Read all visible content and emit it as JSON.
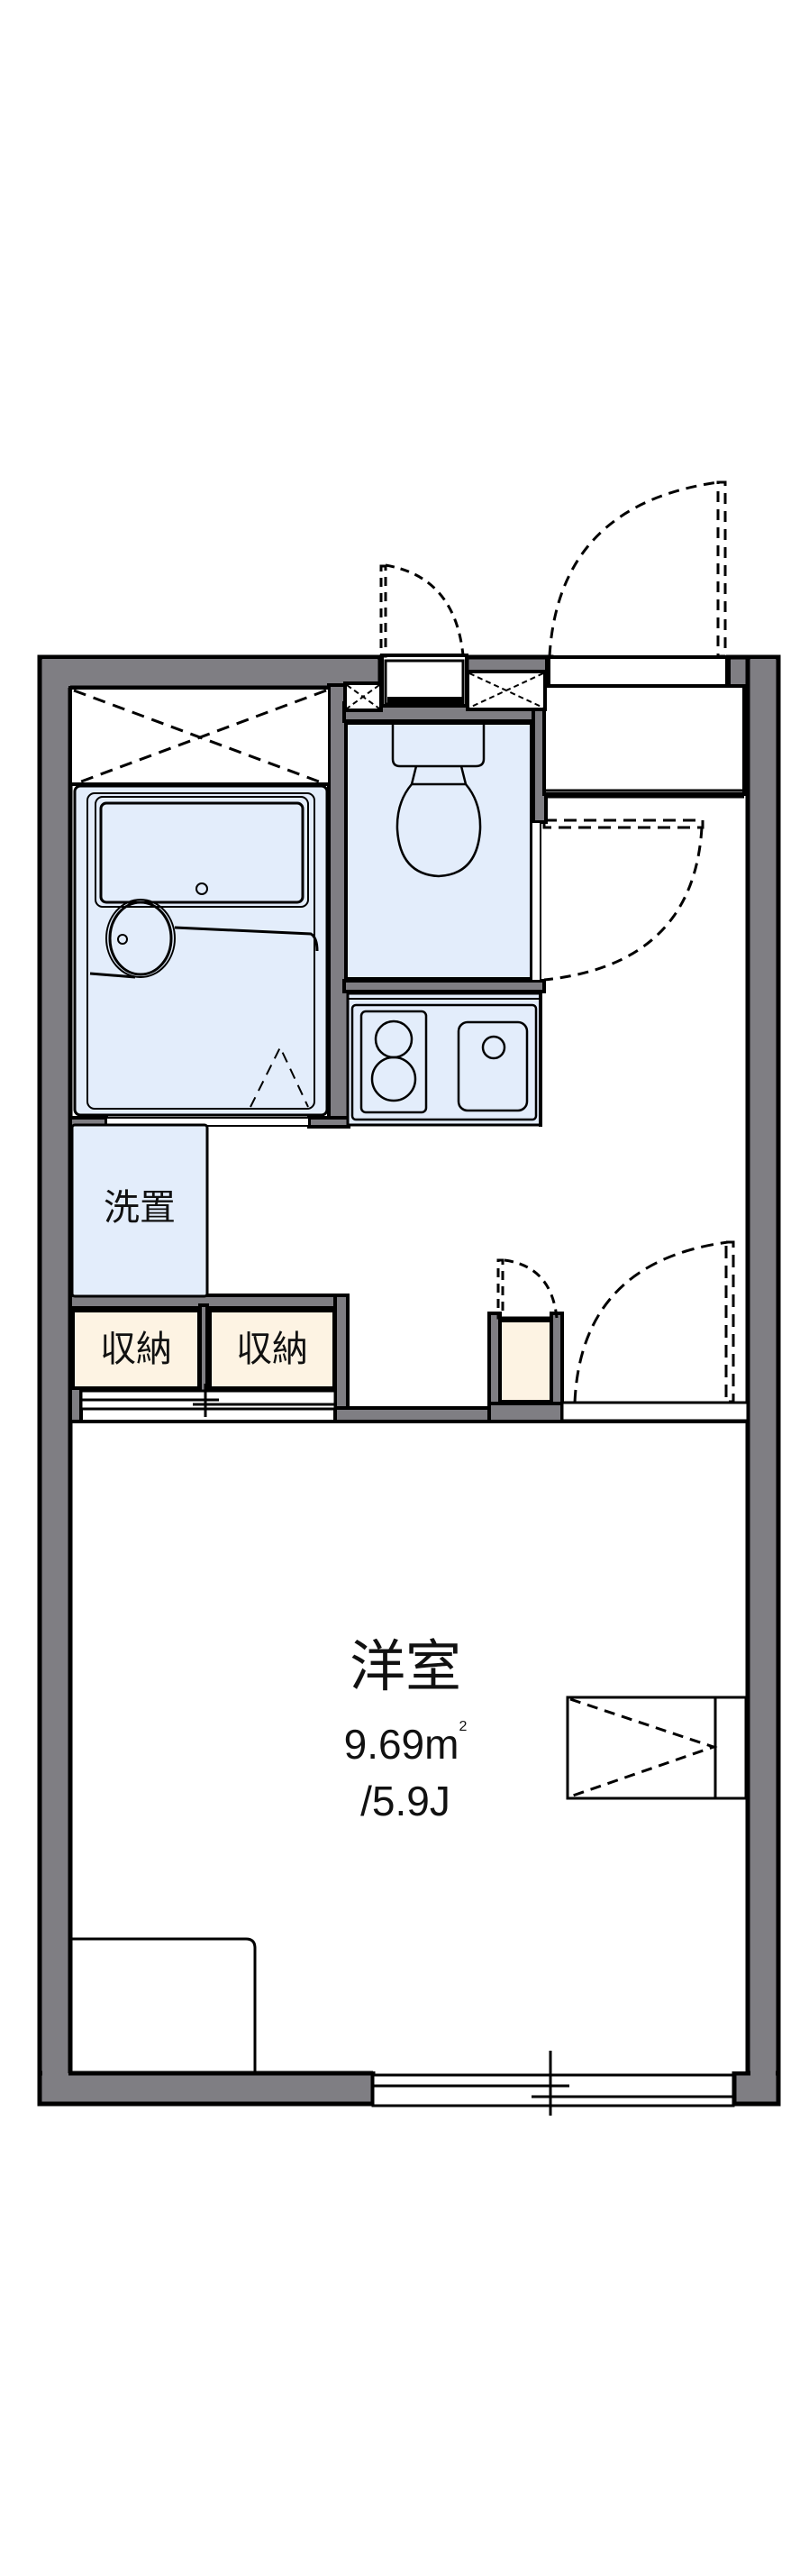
{
  "floorplan": {
    "colors": {
      "wall": "#7f7e83",
      "outline": "#000000",
      "wet_area_fill": "#e3edfb",
      "storage_fill": "#fdf3e3",
      "floor": "#ffffff"
    },
    "rooms": {
      "washer": {
        "label": "洗置"
      },
      "storage_1": {
        "label": "収納"
      },
      "storage_2": {
        "label": "収納"
      },
      "main_room": {
        "label": "洋室",
        "area": "9.69m",
        "area_unit_sup": "2",
        "jo": "/5.9J"
      }
    },
    "fixtures": [
      "unit-bath",
      "toilet",
      "kitchen-stove-sink",
      "washer-space",
      "shoe-cabinet",
      "refrigerator-space",
      "closet"
    ]
  }
}
